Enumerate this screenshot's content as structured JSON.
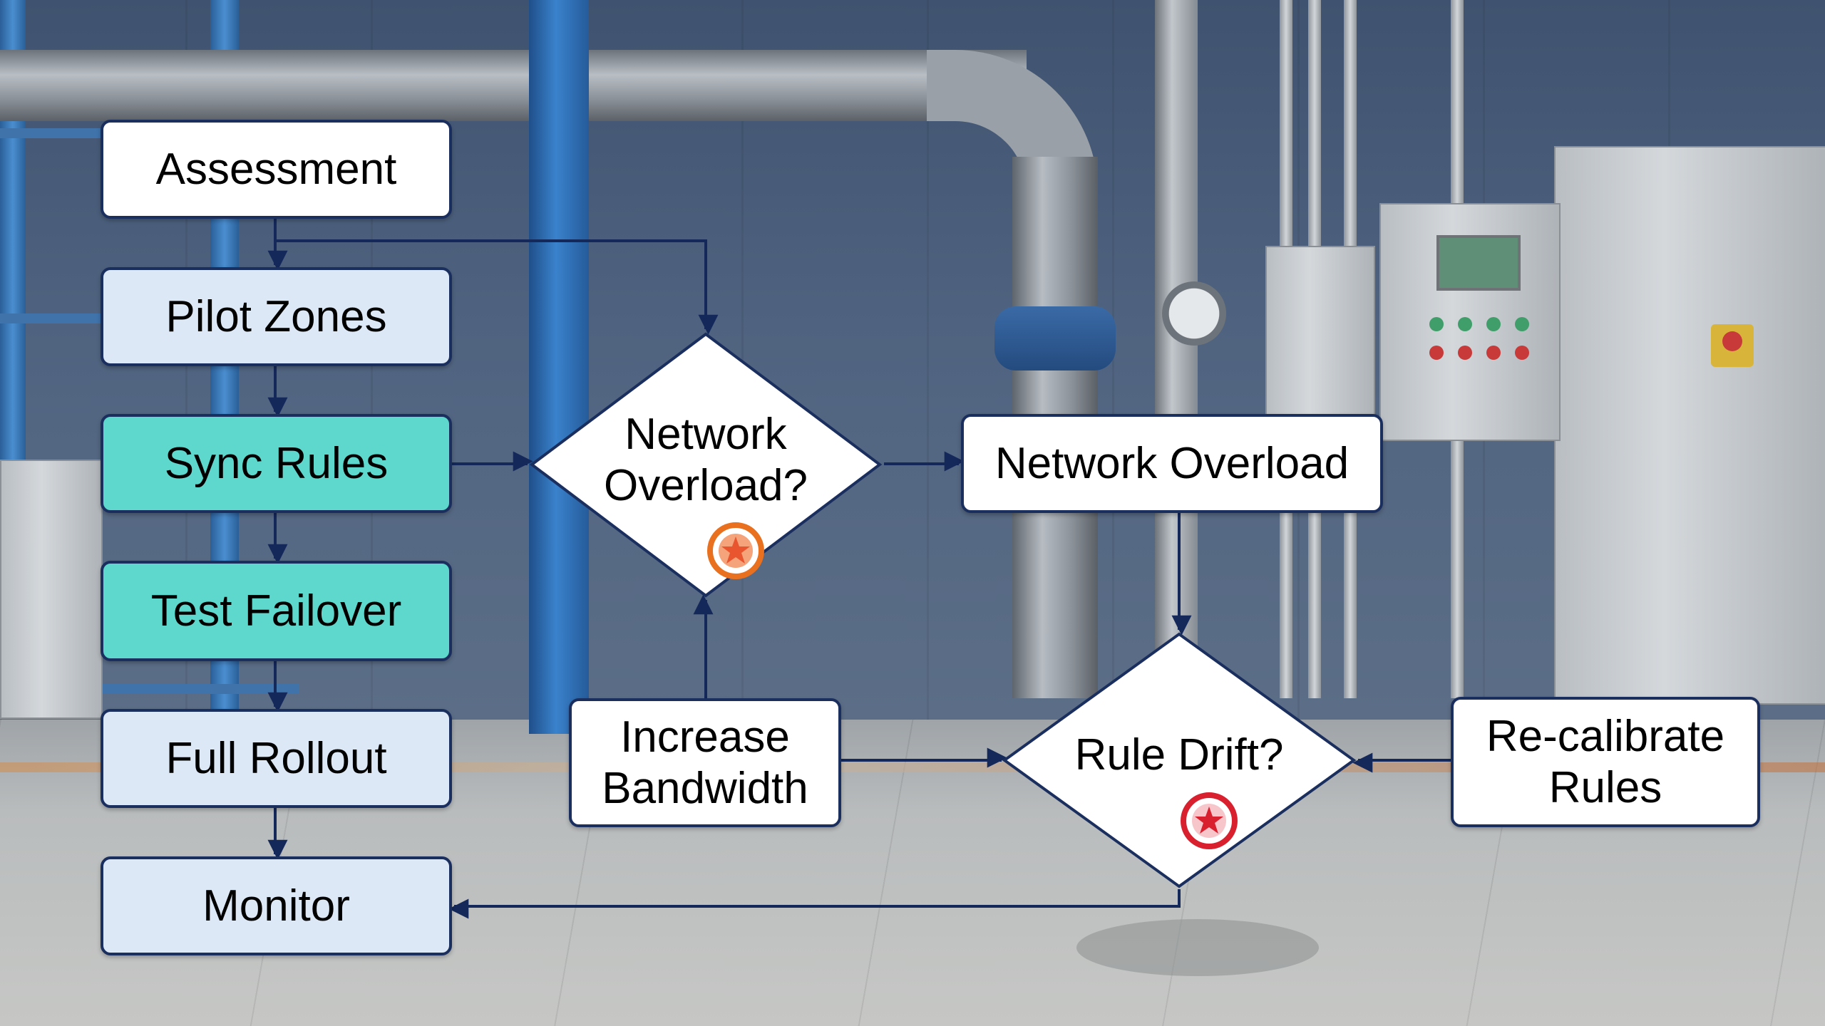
{
  "nodes": {
    "assessment": "Assessment",
    "pilot_zones": "Pilot Zones",
    "sync_rules": "Sync Rules",
    "test_failover": "Test Failover",
    "full_rollout": "Full Rollout",
    "monitor": "Monitor",
    "network_overload_q": {
      "line1": "Network",
      "line2": "Overload?"
    },
    "network_overload": "Network Overload",
    "increase_bandwidth": {
      "line1": "Increase",
      "line2": "Bandwidth"
    },
    "rule_drift_q": "Rule Drift?",
    "recalibrate_rules": {
      "line1": "Re-calibrate",
      "line2": "Rules"
    }
  },
  "icons": {
    "network_overload_q": "orange-star-badge-icon",
    "rule_drift_q": "red-star-badge-icon"
  },
  "colors": {
    "edge": "#14285a",
    "node_border": "#1b2f5f",
    "white_node": "#ffffff",
    "light_blue_node": "#dde8f6",
    "teal_node": "#5ed7cc",
    "orange_badge": "#e8701e",
    "red_badge": "#d8202f"
  }
}
